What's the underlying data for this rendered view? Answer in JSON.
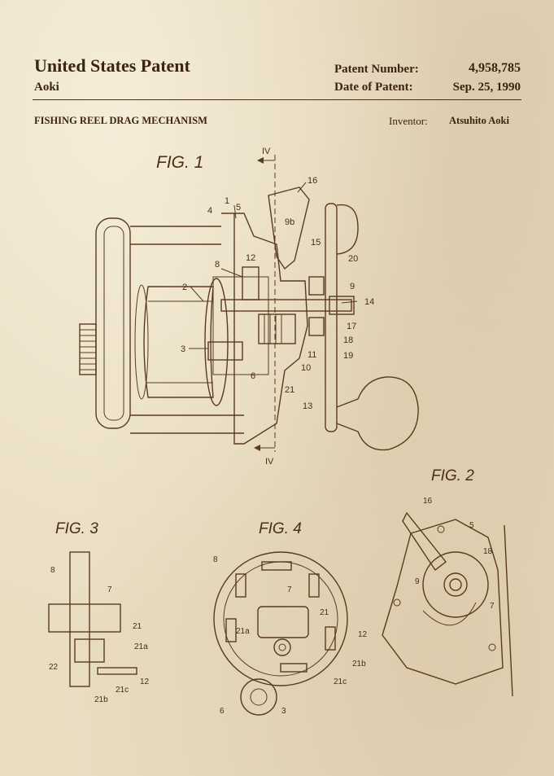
{
  "header": {
    "title": "United States Patent",
    "assignee": "Aoki",
    "patent_number_label": "Patent Number:",
    "patent_number": "4,958,785",
    "date_label": "Date of Patent:",
    "date": "Sep. 25, 1990",
    "invention_title": "FISHING REEL DRAG MECHANISM",
    "inventor_label": "Inventor:",
    "inventor": "Atsuhito Aoki"
  },
  "figures": {
    "fig1": {
      "title": "FIG. 1",
      "section_marks": [
        "IV",
        "IV"
      ],
      "labels": [
        "1",
        "2",
        "3",
        "4",
        "5",
        "6",
        "8",
        "9",
        "9b",
        "10",
        "11",
        "12",
        "13",
        "14",
        "15",
        "16",
        "17",
        "18",
        "19",
        "20",
        "21"
      ]
    },
    "fig2": {
      "title": "FIG. 2",
      "labels": [
        "16",
        "5",
        "18",
        "9",
        "7"
      ]
    },
    "fig3": {
      "title": "FIG. 3",
      "labels": [
        "8",
        "7",
        "21",
        "21a",
        "22",
        "12",
        "21c",
        "21b"
      ]
    },
    "fig4": {
      "title": "FIG. 4",
      "labels": [
        "8",
        "7",
        "21",
        "21a",
        "12",
        "21b",
        "21c",
        "6",
        "3"
      ]
    }
  }
}
